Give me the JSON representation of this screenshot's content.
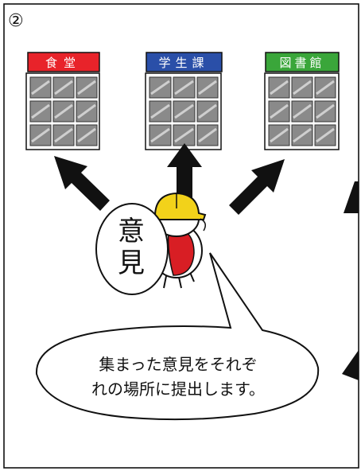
{
  "panel_number": "②",
  "buildings": [
    {
      "name": "食堂",
      "label_color": "#e8232a"
    },
    {
      "name": "学生課",
      "label_color": "#2a4fa8"
    },
    {
      "name": "図書館",
      "label_color": "#3aa63a"
    }
  ],
  "opinion_bubble_text": [
    "意",
    "見"
  ],
  "speech_bubble_lines": [
    "集まった意見をそれぞ",
    "れの場所に提出します。"
  ],
  "colors": {
    "outline": "#111111",
    "window_fill": "#8a8a8a",
    "building_face": "#cfcfcf",
    "helmet": "#f2d21a",
    "body_red": "#d81e24",
    "arrow": "#111111"
  }
}
